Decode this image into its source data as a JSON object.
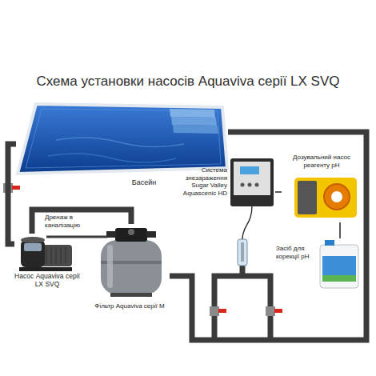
{
  "diagram": {
    "title": "Схема установки насосів Aquaviva серії LX SVQ",
    "nodes": [
      {
        "text": [
          "Басейн"
        ]
      },
      {
        "text": [
          "Насос Aquaviva серії LX SVQ"
        ]
      },
      {
        "text": [
          "Фільтр Aquaviva серії M"
        ]
      },
      {
        "text": [
          "Система знезараження Sugar Valley Aquascenic HD"
        ]
      },
      {
        "text": [
          "Дозувальний насос реагенту pH"
        ]
      },
      {
        "text": [
          "Засіб для корекції pH"
        ]
      }
    ],
    "edges": [
      {
        "from": 0,
        "to": 1,
        "arrow": "none"
      },
      {
        "from": 1,
        "to": 2,
        "arrow": "none"
      },
      {
        "from": 2,
        "to": 0,
        "arrow": "none"
      },
      {
        "from": 3,
        "to": 4,
        "arrow": "none"
      },
      {
        "from": 4,
        "to": 5,
        "arrow": "none"
      }
    ],
    "labels": [
      "Дренаж в каналізацію"
    ]
  }
}
